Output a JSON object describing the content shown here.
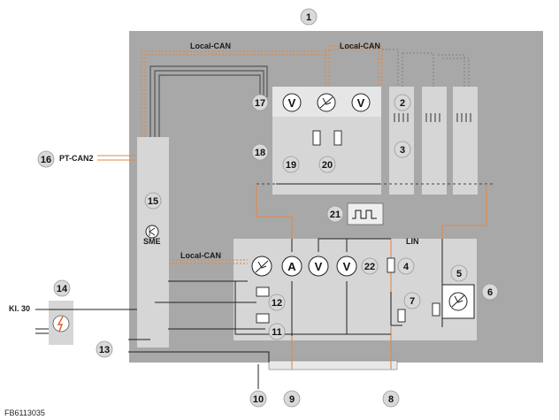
{
  "figure_id": "FB6113035",
  "labels": {
    "local_can_top_left": "Local-CAN",
    "local_can_top_right": "Local-CAN",
    "local_can_middle": "Local-CAN",
    "pt_can2": "PT-CAN2",
    "kl30": "Kl. 30",
    "lin": "LIN",
    "sme": "SME"
  },
  "symbols": {
    "voltmeter": "V",
    "ammeter": "A"
  },
  "callouts": [
    "1",
    "2",
    "3",
    "4",
    "5",
    "6",
    "7",
    "8",
    "9",
    "10",
    "11",
    "12",
    "13",
    "14",
    "15",
    "16",
    "17",
    "18",
    "19",
    "20",
    "21",
    "22"
  ],
  "colors": {
    "housing": "#a8a8a8",
    "panel": "#d6d6d6",
    "signal": "#e08a4a",
    "badge": "#d9d9d9"
  }
}
